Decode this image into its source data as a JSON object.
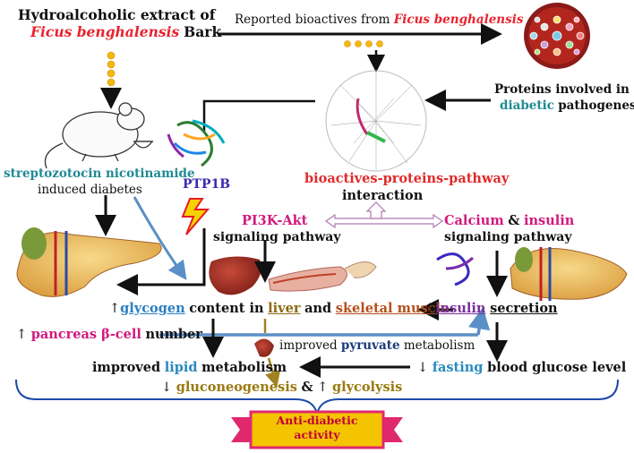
{
  "texts": {
    "extract_line1": "Hydroalcoholic extract of",
    "extract_species": "Ficus benghalensis",
    "extract_bark": "Bark",
    "reported_prefix": "Reported bioactives from",
    "reported_species": "Ficus benghalensis",
    "proteins_line1": "Proteins involved in",
    "proteins_diabetic": "diabetic",
    "proteins_pathogenesis": "pathogenesis",
    "stz_line1": "streptozotocin nicotinamide",
    "stz_line2": "induced diabetes",
    "ptp1b": "PTP1B",
    "network_line1": "bioactives-proteins-pathway",
    "network_line2": "interaction",
    "pi3k_name": "PI3K-Akt",
    "pi3k_line2": "signaling pathway",
    "calcium": "Calcium",
    "amp": "&",
    "insulin_path": "insulin",
    "calcium_line2": "signaling pathway",
    "up1": "↑",
    "glycogen": "glycogen",
    "content_in": "content in",
    "liver": "liver",
    "and": "and",
    "skeletal_muscle": "skeletal muscle",
    "up2": "↑",
    "insulin_sec": "insulin",
    "secretion": "secretion",
    "up3": "↑",
    "pancreas": "pancreas β-cell",
    "number": "number",
    "improved_pyruvate_prefix": "improved",
    "pyruvate": "pyruvate",
    "metabolism1": "metabolism",
    "improved_lipid_prefix": "improved",
    "lipid": "lipid",
    "metabolism2": "metabolism",
    "down1": "↓",
    "fasting": "fasting",
    "glucose_level": "blood glucose level",
    "down2": "↓",
    "gluconeogenesis": "gluconeogenesis",
    "amp2": "&",
    "up4": "↑",
    "glycolysis": "glycolysis",
    "anti_line1": "Anti-diabetic",
    "anti_line2": "activity"
  },
  "icons": [
    "mouse-icon",
    "food-bowl-icon",
    "star-icon",
    "compound-plate-icon",
    "network-graph-icon",
    "ptp1b-protein-icon",
    "lightning-icon",
    "pancreas-icon",
    "liver-icon",
    "muscle-icon",
    "insulin-protein-icon",
    "ribbon-banner-icon"
  ],
  "colors": {
    "red": "#e8232f",
    "teal": "#1f8a93",
    "magenta": "#d11a7e",
    "blue_arrow": "#5b8fc7",
    "gold_star": "#f2b90f",
    "banner_fill": "#f4c400",
    "banner_border": "#e0286f"
  }
}
